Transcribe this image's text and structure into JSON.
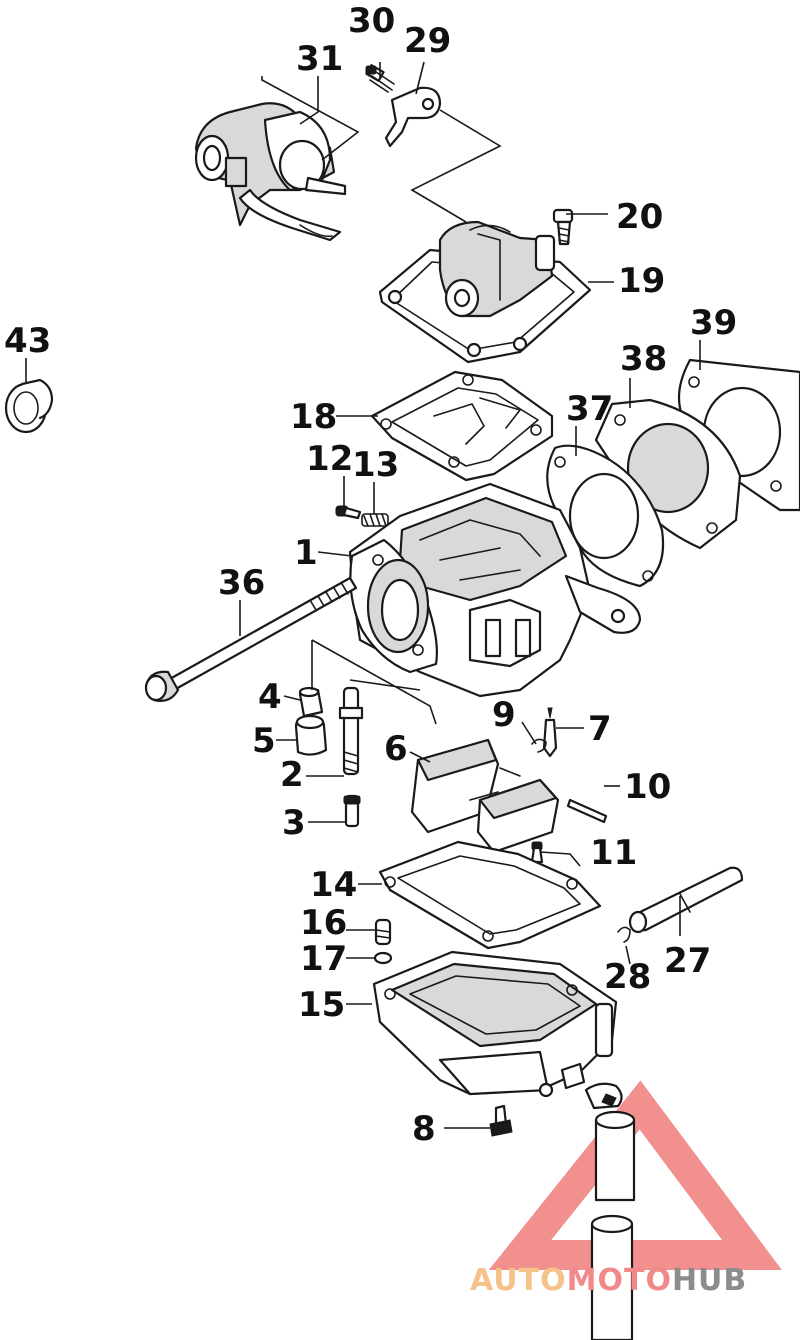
{
  "callouts": [
    {
      "id": "c30",
      "label": "30"
    },
    {
      "id": "c29",
      "label": "29"
    },
    {
      "id": "c31",
      "label": "31"
    },
    {
      "id": "c20",
      "label": "20"
    },
    {
      "id": "c19",
      "label": "19"
    },
    {
      "id": "c43",
      "label": "43"
    },
    {
      "id": "c39",
      "label": "39"
    },
    {
      "id": "c38",
      "label": "38"
    },
    {
      "id": "c37",
      "label": "37"
    },
    {
      "id": "c18",
      "label": "18"
    },
    {
      "id": "c12",
      "label": "12"
    },
    {
      "id": "c13",
      "label": "13"
    },
    {
      "id": "c1",
      "label": "1"
    },
    {
      "id": "c36",
      "label": "36"
    },
    {
      "id": "c4",
      "label": "4"
    },
    {
      "id": "c5",
      "label": "5"
    },
    {
      "id": "c9",
      "label": "9"
    },
    {
      "id": "c7",
      "label": "7"
    },
    {
      "id": "c6",
      "label": "6"
    },
    {
      "id": "c2",
      "label": "2"
    },
    {
      "id": "c10",
      "label": "10"
    },
    {
      "id": "c3",
      "label": "3"
    },
    {
      "id": "c11",
      "label": "11"
    },
    {
      "id": "c14",
      "label": "14"
    },
    {
      "id": "c16",
      "label": "16"
    },
    {
      "id": "c17",
      "label": "17"
    },
    {
      "id": "c28",
      "label": "28"
    },
    {
      "id": "c27",
      "label": "27"
    },
    {
      "id": "c15",
      "label": "15"
    },
    {
      "id": "c8",
      "label": "8"
    }
  ],
  "watermark": {
    "part1": "AUTO",
    "part2": "MOTO",
    "part3": "HUB",
    "colors": {
      "auto": "#f6c28a",
      "moto": "#f08a8a",
      "hub": "#8c8c8c",
      "triangle": "#f07c7c"
    }
  }
}
